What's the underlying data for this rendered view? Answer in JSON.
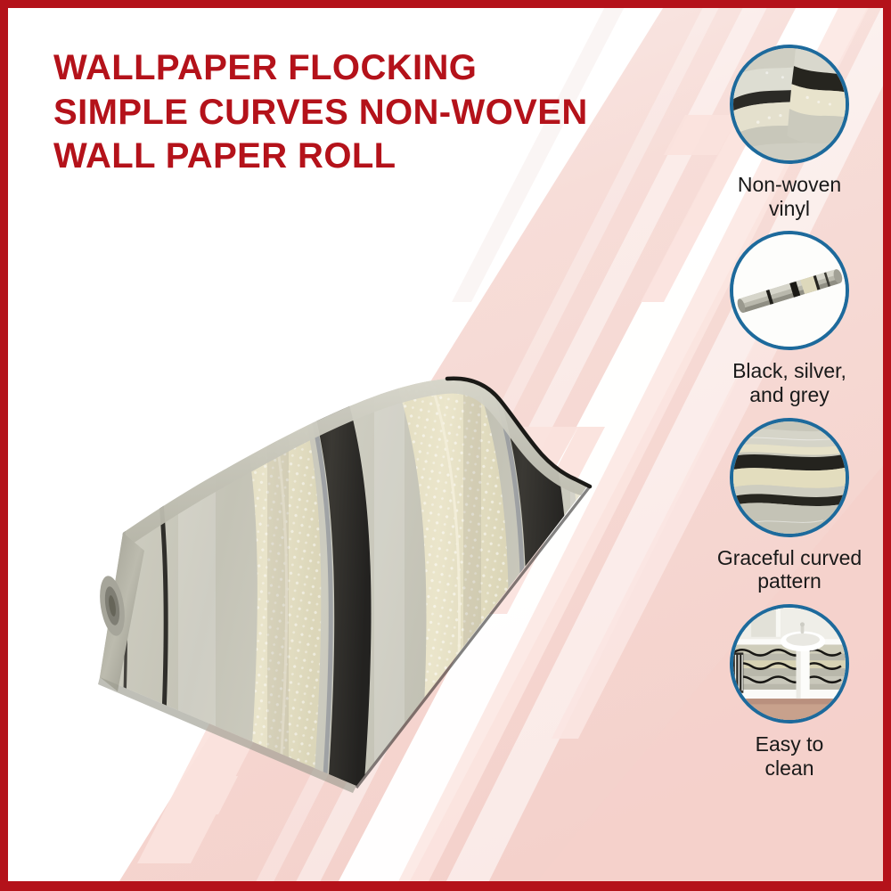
{
  "product": {
    "title": "Wallpaper Flocking Simple Curves Non-Woven Wall Paper Roll",
    "title_display": "WALLPAPER FLOCKING SIMPLE CURVES NON-WOVEN WALL PAPER ROLL"
  },
  "colors": {
    "brand_red": "#b4121a",
    "ring_blue": "#1d6a9c",
    "background_pink": "#f5d4ce",
    "background_white": "#ffffff",
    "label_black": "#191919",
    "wallpaper_grey": "#c6c5b8",
    "wallpaper_cream": "#e8e2c4",
    "wallpaper_black": "#2e2c28"
  },
  "features": [
    {
      "id": "non-woven-vinyl",
      "label": "Non-woven vinyl",
      "line1": "Non-woven",
      "line2": "vinyl",
      "icon": "folded-wallpaper-icon"
    },
    {
      "id": "black-silver-grey",
      "label": "Black, silver, and grey",
      "line1": "Black, silver,",
      "line2": "and grey",
      "icon": "wallpaper-roll-icon"
    },
    {
      "id": "graceful-curved-pattern",
      "label": "Graceful curved pattern",
      "line1": "Graceful curved",
      "line2": "pattern",
      "icon": "curved-stripes-icon"
    },
    {
      "id": "easy-to-clean",
      "label": "Easy to clean",
      "line1": "Easy to",
      "line2": "clean",
      "icon": "bathroom-sink-icon"
    }
  ],
  "hero": {
    "name": "wallpaper-roll-photo",
    "description": "Partially unrolled wallpaper roll tilted diagonally, silver-grey base with black and cream curved wave stripes"
  }
}
